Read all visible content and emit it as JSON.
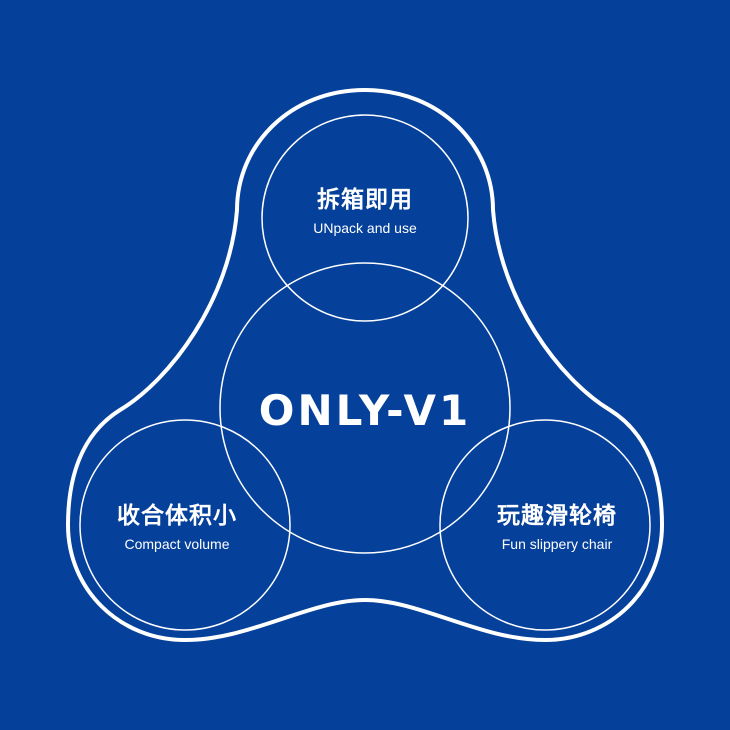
{
  "colors": {
    "background": "#05409a",
    "line": "#ffffff"
  },
  "center": {
    "title": "ONLY-V1"
  },
  "features": [
    {
      "cn": "拆箱即用",
      "en": "UNpack and use"
    },
    {
      "cn": "收合体积小",
      "en": "Compact volume"
    },
    {
      "cn": "玩趣滑轮椅",
      "en": "Fun slippery chair"
    }
  ]
}
